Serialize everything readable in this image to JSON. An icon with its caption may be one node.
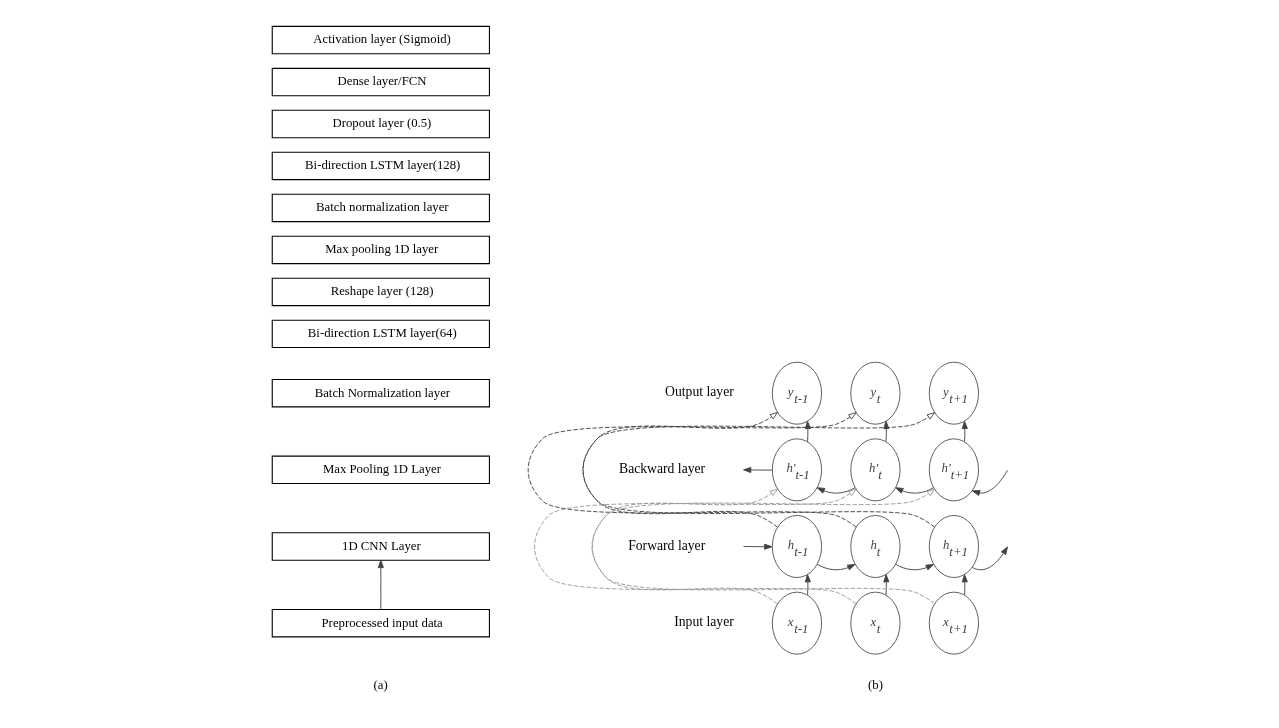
{
  "diagram": {
    "nodes": [
      {
        "text": [
          "Activation layer (Sigmoid)"
        ]
      },
      {
        "text": [
          "Dense layer/FCN"
        ]
      },
      {
        "text": [
          "Dropout layer (0.5)"
        ]
      },
      {
        "text": [
          "Bi-direction LSTM layer(128)"
        ]
      },
      {
        "text": [
          "Batch normalization layer"
        ]
      },
      {
        "text": [
          "Max pooling 1D layer"
        ]
      },
      {
        "text": [
          "Reshape layer (128)"
        ]
      },
      {
        "text": [
          "Bi-direction LSTM layer(64)"
        ]
      },
      {
        "text": [
          "Batch Normalization layer"
        ]
      },
      {
        "text": [
          "Max Pooling 1D Layer"
        ]
      },
      {
        "text": [
          "1D CNN Layer"
        ]
      },
      {
        "text": [
          "Preprocessed input data"
        ]
      },
      {
        "text": [
          "y$_{t-1}$"
        ]
      },
      {
        "text": [
          "y$_{t}$"
        ]
      },
      {
        "text": [
          "y$_{t+1}$"
        ]
      },
      {
        "text": [
          "h'$_{t-1}$"
        ]
      },
      {
        "text": [
          "h'$_{t}$"
        ]
      },
      {
        "text": [
          "h'$_{t+1}$"
        ]
      },
      {
        "text": [
          "h$_{t-1}$"
        ]
      },
      {
        "text": [
          "h$_{t}$"
        ]
      },
      {
        "text": [
          "h$_{t+1}$"
        ]
      },
      {
        "text": [
          "x$_{t-1}$"
        ]
      },
      {
        "text": [
          "x$_{t}$"
        ]
      },
      {
        "text": [
          "x$_{t+1}$"
        ]
      }
    ],
    "edges": [
      {
        "from": 11,
        "to": 10,
        "arrow": "to"
      },
      {
        "from": 21,
        "to": 18,
        "arrow": "to"
      },
      {
        "from": 22,
        "to": 19,
        "arrow": "to"
      },
      {
        "from": 23,
        "to": 20,
        "arrow": "to"
      },
      {
        "from": 21,
        "to": 15,
        "arrow": "to",
        "style": "dashed",
        "color": "#999999"
      },
      {
        "from": 22,
        "to": 16,
        "arrow": "to",
        "style": "dashed",
        "color": "#999999"
      },
      {
        "from": 23,
        "to": 17,
        "arrow": "to",
        "style": "dashed",
        "color": "#999999"
      },
      {
        "from": null,
        "to": 18,
        "arrow": "to"
      },
      {
        "from": 18,
        "to": 19,
        "arrow": "to"
      },
      {
        "from": 19,
        "to": 20,
        "arrow": "to"
      },
      {
        "from": 20,
        "to": null,
        "arrow": "to"
      },
      {
        "from": null,
        "to": 17,
        "arrow": "to"
      },
      {
        "from": 17,
        "to": 16,
        "arrow": "to"
      },
      {
        "from": 16,
        "to": 15,
        "arrow": "to"
      },
      {
        "from": 15,
        "to": null,
        "arrow": "to"
      },
      {
        "from": 18,
        "to": 12,
        "arrow": "to",
        "style": "dashed"
      },
      {
        "from": 19,
        "to": 13,
        "arrow": "to",
        "style": "dashed"
      },
      {
        "from": 20,
        "to": 14,
        "arrow": "to",
        "style": "dashed"
      },
      {
        "from": 15,
        "to": 12,
        "arrow": "to"
      },
      {
        "from": 16,
        "to": 13,
        "arrow": "to"
      },
      {
        "from": 17,
        "to": 14,
        "arrow": "to"
      }
    ],
    "labels": [
      "(a)",
      "Output layer",
      "Backward layer",
      "Forward layer",
      "Input layer",
      "(b)"
    ]
  }
}
